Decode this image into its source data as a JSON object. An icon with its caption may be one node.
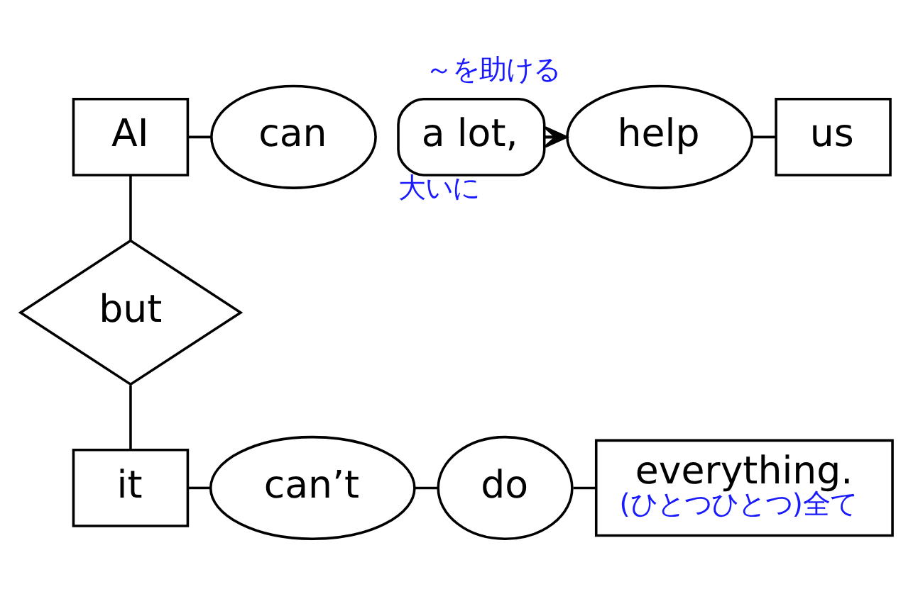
{
  "diagram": {
    "nodes": [
      {
        "text": [
          "AI"
        ]
      },
      {
        "text": [
          "can"
        ]
      },
      {
        "text": [
          "help"
        ],
        "beside": [
          "～を助ける"
        ]
      },
      {
        "text": [
          "us"
        ]
      },
      {
        "text": [
          "a lot,"
        ],
        "beside": [
          "大いに"
        ]
      },
      {
        "text": [
          "but"
        ]
      },
      {
        "text": [
          "it"
        ]
      },
      {
        "text": [
          "can’t"
        ]
      },
      {
        "text": [
          "do"
        ]
      },
      {
        "text": [
          "everything.",
          "(ひとつひとつ)全て"
        ]
      }
    ],
    "edges": [
      {
        "from": 0,
        "to": 1,
        "arrow": "none"
      },
      {
        "from": 2,
        "to": 3,
        "arrow": "none"
      },
      {
        "from": 4,
        "to": 2,
        "arrow": "to"
      },
      {
        "from": 0,
        "to": 5,
        "arrow": "none"
      },
      {
        "from": 5,
        "to": 6,
        "arrow": "none"
      },
      {
        "from": 6,
        "to": 7,
        "arrow": "none"
      },
      {
        "from": 7,
        "to": 8,
        "arrow": "none"
      },
      {
        "from": 8,
        "to": 9,
        "arrow": "none"
      }
    ]
  }
}
